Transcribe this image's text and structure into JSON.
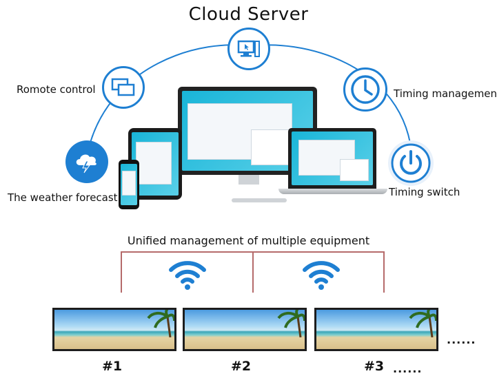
{
  "title": "Cloud Server",
  "features": {
    "remote_control": "Romote control",
    "weather": "The weather forecast",
    "timing_management": "Timing management",
    "timing_switch": "Timing switch"
  },
  "icons": [
    "computer-icon",
    "windows-icon",
    "cloud-lightning-icon",
    "clock-icon",
    "power-icon",
    "wifi-icon"
  ],
  "colors": {
    "accent": "#1e7fd2",
    "connector": "#b56a6a"
  },
  "subtitle": "Unified management of multiple equipment",
  "devices": [
    {
      "label": "#1"
    },
    {
      "label": "#2"
    },
    {
      "label": "#3"
    }
  ],
  "more_indicator": "......",
  "more_indicator_2": "......"
}
